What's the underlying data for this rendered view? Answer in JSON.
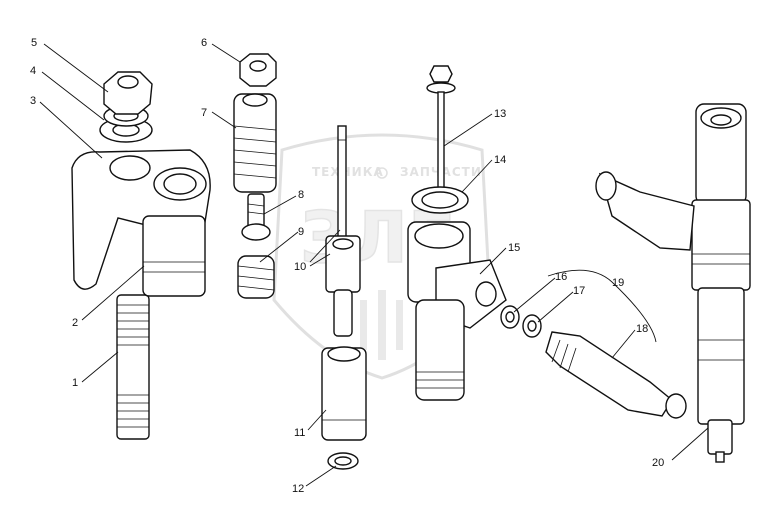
{
  "watermark": {
    "top_left": "ТЕХНИКА",
    "top_right": "ЗАПЧАСТИ",
    "logo": "ЗЛЕ"
  },
  "callouts": [
    {
      "id": "1",
      "text": "1"
    },
    {
      "id": "2",
      "text": "2"
    },
    {
      "id": "3",
      "text": "3"
    },
    {
      "id": "4",
      "text": "4"
    },
    {
      "id": "5",
      "text": "5"
    },
    {
      "id": "6",
      "text": "6"
    },
    {
      "id": "7",
      "text": "7"
    },
    {
      "id": "8",
      "text": "8"
    },
    {
      "id": "9",
      "text": "9"
    },
    {
      "id": "10",
      "text": "10"
    },
    {
      "id": "11",
      "text": "11"
    },
    {
      "id": "12",
      "text": "12"
    },
    {
      "id": "13",
      "text": "13"
    },
    {
      "id": "14",
      "text": "14"
    },
    {
      "id": "15",
      "text": "15"
    },
    {
      "id": "16",
      "text": "16"
    },
    {
      "id": "17",
      "text": "17"
    },
    {
      "id": "18",
      "text": "18"
    },
    {
      "id": "19",
      "text": "19"
    },
    {
      "id": "20",
      "text": "20"
    }
  ]
}
